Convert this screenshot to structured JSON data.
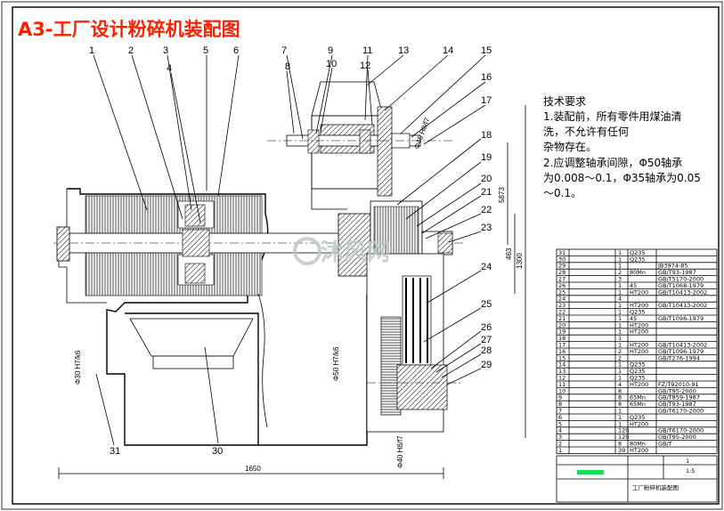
{
  "title": "A3-工厂设计粉碎机装配图",
  "part_numbers": [
    "1",
    "2",
    "3",
    "4",
    "5",
    "6",
    "7",
    "8",
    "9",
    "10",
    "11",
    "12",
    "13",
    "14",
    "15",
    "16",
    "17",
    "18",
    "19",
    "20",
    "21",
    "22",
    "23",
    "24",
    "25",
    "26",
    "27",
    "28",
    "29",
    "30",
    "31"
  ],
  "tech_requirements": {
    "heading": "技术要求",
    "lines": [
      "1.装配前，所有零件用煤油清",
      "洗，不允许有任何",
      "  杂物存在。",
      "2.应调整轴承间隙，Φ50轴承",
      "为0.008～0.1，Φ35轴承为0.05",
      "～0.1。"
    ]
  },
  "dimensions": {
    "overall_width": "1650",
    "overall_height": "1300",
    "d1": "463",
    "d2": "5873",
    "left_fit": "Φ30 H7/k6",
    "lower_fit": "Φ50 H7/k6",
    "bottom_fit": "Φ40 H8/f7",
    "top_fit": "Φ45 H8/f7"
  },
  "watermark": "沐风网",
  "bom": {
    "rows": [
      {
        "no": "31",
        "qty": "1",
        "mat": "Q235",
        "std": ""
      },
      {
        "no": "30",
        "qty": "1",
        "mat": "Q235",
        "std": ""
      },
      {
        "no": "29",
        "qty": "1",
        "mat": "",
        "std": "JB3974-85"
      },
      {
        "no": "28",
        "qty": "2",
        "mat": "80Mn",
        "std": "GB/T93-1987"
      },
      {
        "no": "27",
        "qty": "3",
        "mat": "",
        "std": "GB/T5170-2000"
      },
      {
        "no": "26",
        "qty": "1",
        "mat": "45",
        "std": "GB/T1068-1979"
      },
      {
        "no": "25",
        "qty": "1",
        "mat": "HT200",
        "std": "GB/T10413-2002"
      },
      {
        "no": "24",
        "qty": "4",
        "mat": "",
        "std": ""
      },
      {
        "no": "23",
        "qty": "1",
        "mat": "HT200",
        "std": "GB/T10413-2002"
      },
      {
        "no": "22",
        "qty": "1",
        "mat": "Q235",
        "std": ""
      },
      {
        "no": "21",
        "qty": "1",
        "mat": "45",
        "std": "GB/T1096-1979"
      },
      {
        "no": "20",
        "qty": "1",
        "mat": "HT200",
        "std": ""
      },
      {
        "no": "19",
        "qty": "1",
        "mat": "HT200",
        "std": ""
      },
      {
        "no": "18",
        "qty": "1",
        "mat": "",
        "std": ""
      },
      {
        "no": "17",
        "qty": "1",
        "mat": "HT200",
        "std": "GB/T10413-2002"
      },
      {
        "no": "16",
        "qty": "2",
        "mat": "HT200",
        "std": "GB/T1096-1979"
      },
      {
        "no": "15",
        "qty": "2",
        "mat": "",
        "std": "GB/T276-1994"
      },
      {
        "no": "14",
        "qty": "1",
        "mat": "Q235",
        "std": ""
      },
      {
        "no": "13",
        "qty": "1",
        "mat": "Q235",
        "std": ""
      },
      {
        "no": "12",
        "qty": "1",
        "mat": "Q235",
        "std": ""
      },
      {
        "no": "11",
        "qty": "4",
        "mat": "HT200",
        "std": "FZ/T92010-91"
      },
      {
        "no": "10",
        "qty": "8",
        "mat": "",
        "std": "GB/T95-2000"
      },
      {
        "no": "9",
        "qty": "8",
        "mat": "65Mn",
        "std": "GB/T859-1987"
      },
      {
        "no": "8",
        "qty": "8",
        "mat": "65Mn",
        "std": "GB/T93-1987"
      },
      {
        "no": "7",
        "qty": "1",
        "mat": "",
        "std": "GB/T6170-2000"
      },
      {
        "no": "6",
        "qty": "1",
        "mat": "Q235",
        "std": ""
      },
      {
        "no": "5",
        "qty": "1",
        "mat": "HT200",
        "std": ""
      },
      {
        "no": "4",
        "qty": "120",
        "mat": "",
        "std": "GB/T6170-2000"
      },
      {
        "no": "3",
        "qty": "120",
        "mat": "",
        "std": "GB/T95-2000"
      },
      {
        "no": "2",
        "qty": "8",
        "mat": "80Mn",
        "std": "GB/T"
      },
      {
        "no": "1",
        "qty": "39",
        "mat": "HT200",
        "std": ""
      }
    ],
    "scale": "1:5",
    "sheet": "1",
    "drawing_name": "工厂粉碎机装配图"
  },
  "colors": {
    "title": "#ff2000",
    "watermark": "#bfc8c8",
    "green_mark": "#19e05a"
  }
}
